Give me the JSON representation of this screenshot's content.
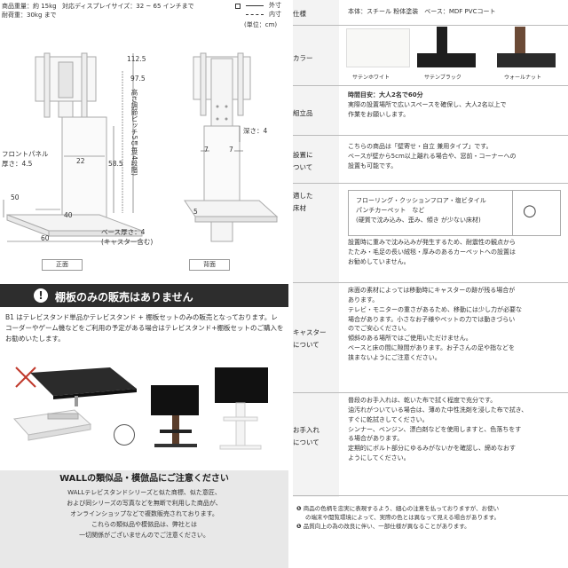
{
  "top_specs": {
    "weight": "商品重量：約 15kg",
    "load": "耐荷重：30kg まで",
    "display": "対応ディスプレイサイズ：32 ~ 65 インチまで"
  },
  "legend": {
    "outer": "外寸",
    "inner": "内寸",
    "unit": "(単位：cm)"
  },
  "dims": {
    "d1125": "112.5",
    "d975": "97.5",
    "height_note": "高さ調節ピッチ5㎝毎(4段階)",
    "d22": "22",
    "d585": "58.5",
    "front_panel": "フロントパネル",
    "front_thick": "厚さ：4.5",
    "d50": "50",
    "d40": "40",
    "d60": "60",
    "base_thick": "ベース厚さ：4",
    "base_caster": "(キャスター含む)",
    "depth": "深さ：4",
    "d7a": "7",
    "d7b": "7",
    "d5": "5"
  },
  "view_labels": {
    "front": "正面",
    "back": "背面"
  },
  "warning": {
    "title": "棚板のみの販売はありません",
    "body": "B1 はテレビスタンド単品かテレビスタンド + 棚板セットのみの販売となっております。レコーダーやゲーム機などをご利用の予定がある場合はテレビスタンド+棚板セットのご購入をお勧めいたします。"
  },
  "similar": {
    "title": "WALLの類似品・模倣品にご注意ください",
    "lines": [
      "WALLテレビスタンドシリーズと似た商標、似た意匠、",
      "および同シリーズの写真などを無断で利用した商品が、",
      "オンラインショップなどで複数販売されております。",
      "これらの類似品や模倣品は、弊社とは",
      "一切関係がございませんのでご注意ください。"
    ]
  },
  "spec_table": {
    "spec_label": "仕様",
    "spec_value": "本体：スチール 粉体塗装　ベース：MDF PVCコート",
    "color_label": "カラー",
    "colors": [
      {
        "name": "サテンホワイト",
        "hex": "#f2f2f0"
      },
      {
        "name": "サテンブラック",
        "hex": "#1e1e1e"
      },
      {
        "name": "ウォールナット",
        "hex": "#6b4a36"
      }
    ],
    "assembly_label": "組立品",
    "assembly_time": "時間目安：大人2名で60分",
    "assembly_lines": [
      "実際の設置場所で広いスペースを確保し、大人2名以上で",
      "作業をお願いします。"
    ],
    "placement_label": "設置に\nついて",
    "placement_lines": [
      "こちらの商品は「壁寄せ・自立 兼用タイプ」です。",
      "ベースが壁から5cm以上離れる場合や、窓前・コーナーへの",
      "設置も可能です。"
    ],
    "floor_label": "適した\n床材",
    "floor_lines": [
      "フローリング・クッションフロア・塩ビタイル",
      "パンチカーペット　など",
      "(硬質で沈み込み、歪み、傾き が少ない床材)"
    ],
    "floor_mark": "○",
    "floor_notes": [
      "設置時に重みで沈み込みが発生するため、耐震性の観点から",
      "たたみ・毛足の長い絨毯・厚みのあるカーペットへの設置は",
      "お勧めしていません。"
    ],
    "caster_label": "キャスター\nについて",
    "caster_lines": [
      "床面の素材によっては移動時にキャスターの跡が残る場合が",
      "あります。",
      "テレビ・モニターの重さがあるため、移動には少し力が必要な",
      "場合があります。小さなお子様やペットの力では動きづらい",
      "のでご安心ください。",
      "傾斜のある場所ではご使用いただけません。",
      "ベースと床の間に隙間があります。お子さんの足や指などを",
      "挟まないようにご注意ください。"
    ],
    "care_label": "お手入れ\nについて",
    "care_lines": [
      "普段のお手入れは、乾いた布で拭く程度で充分です。",
      "油汚れがついている場合は、薄めた中性洗剤を浸した布で拭き、",
      "すぐに乾拭きしてください。",
      "シンナー、ベンジン、漂白剤などを使用しますと、色落ちをす",
      "る場合があります。",
      "定期的にボルト部分にゆるみがないかを確認し、締めなおす",
      "ようにしてください。"
    ]
  },
  "footnotes": [
    "商品の色柄を忠実に表現するよう、細心の注意を払っておりますが、お使い",
    "の端末や閲覧環境によって、実際の色とは異なって見える場合があります。",
    "品質向上の為の改良に伴い、一部仕様が異なることがあります。"
  ]
}
